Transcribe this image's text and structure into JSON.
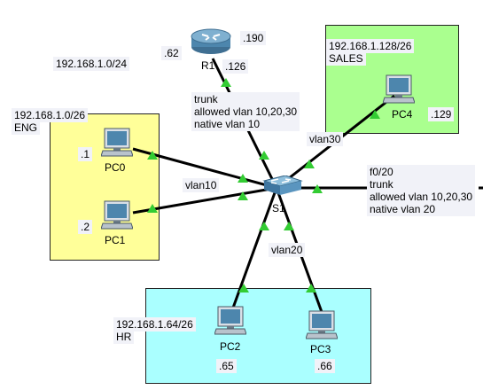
{
  "colors": {
    "eng_zone": "#ffff99",
    "sales_zone": "#aaff8f",
    "hr_zone": "#aaffff",
    "link": "#000000",
    "port_up": "#33cc33",
    "label_bg": "#f1f2f8"
  },
  "zones": {
    "eng": {
      "network": "192.168.1.0/26",
      "name": "ENG"
    },
    "sales": {
      "network": "192.168.1.128/26",
      "name": "SALES"
    },
    "hr": {
      "network": "192.168.1.64/26",
      "name": "HR"
    }
  },
  "network_label": "192.168.1.0/24",
  "router": {
    "name": "R1",
    "icon": "router-icon",
    "addr_190": ".190",
    "addr_62": ".62",
    "addr_126": ".126"
  },
  "switch": {
    "name": "S1",
    "icon": "switch-icon"
  },
  "pcs": {
    "pc0": {
      "name": "PC0",
      "addr": ".1",
      "icon": "pc-icon"
    },
    "pc1": {
      "name": "PC1",
      "addr": ".2",
      "icon": "pc-icon"
    },
    "pc2": {
      "name": "PC2",
      "addr": ".65",
      "icon": "pc-icon"
    },
    "pc3": {
      "name": "PC3",
      "addr": ".66",
      "icon": "pc-icon"
    },
    "pc4": {
      "name": "PC4",
      "addr": ".129",
      "icon": "pc-icon"
    }
  },
  "links": {
    "router_trunk": "trunk\nallowed vlan 10,20,30\nnative vlan 10",
    "f020_trunk": "f0/20\ntrunk\nallowed vlan 10,20,30\nnative vlan 20",
    "vlan10": "vlan10",
    "vlan20": "vlan20",
    "vlan30": "vlan30"
  }
}
